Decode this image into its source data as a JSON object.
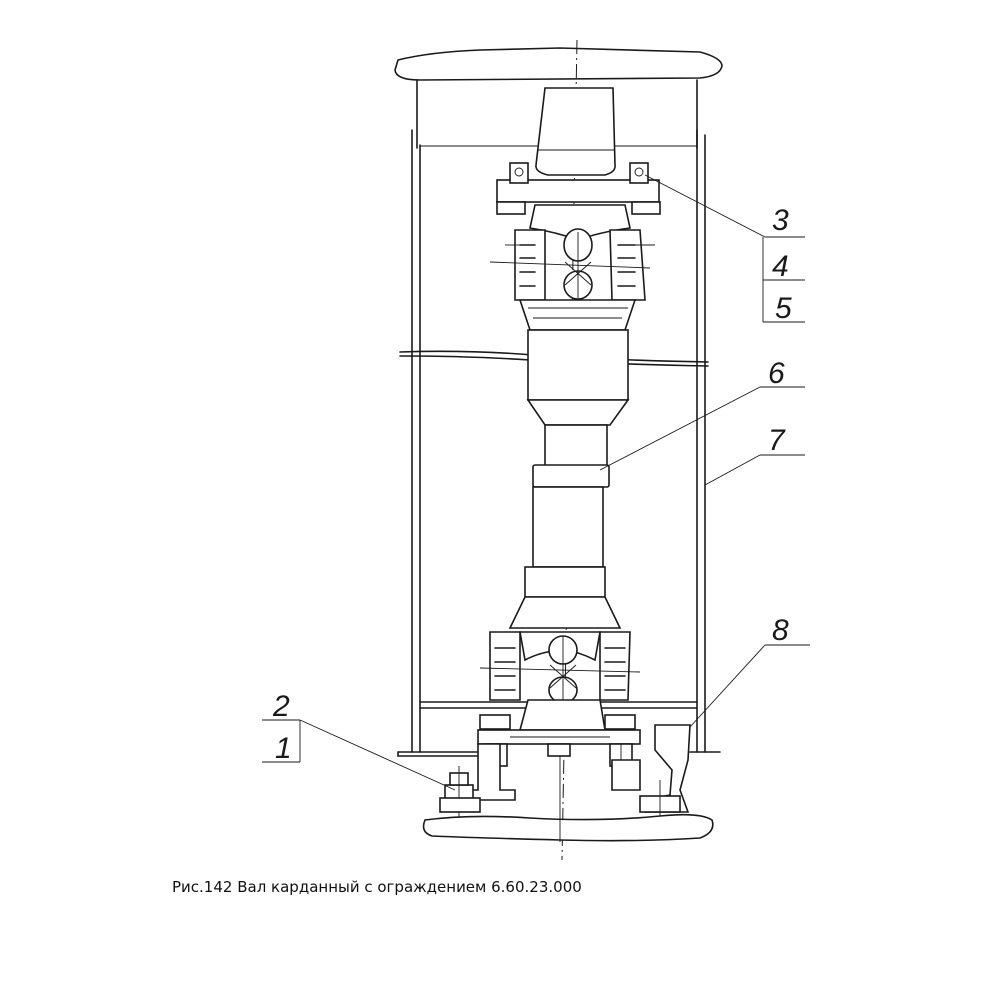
{
  "caption": "Рис.142 Вал карданный с ограждением 6.60.23.000",
  "callouts": {
    "c1": "1",
    "c2": "2",
    "c3": "3",
    "c4": "4",
    "c5": "5",
    "c6": "6",
    "c7": "7",
    "c8": "8"
  },
  "colors": {
    "ink": "#1a1a1a",
    "paper": "#ffffff"
  }
}
